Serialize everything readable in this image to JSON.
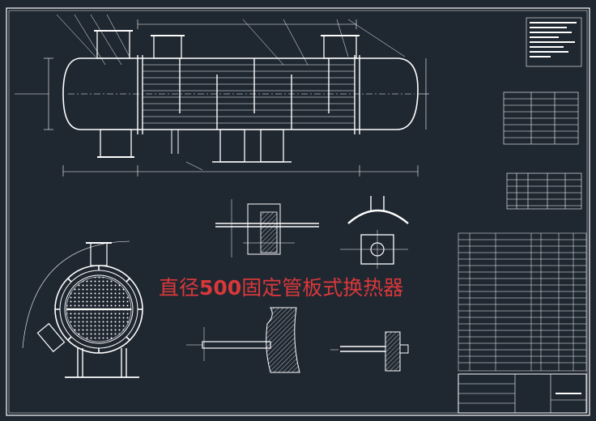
{
  "caption": {
    "part1": "直径",
    "part2": "500",
    "part3": "固定管板式换热器"
  },
  "colors": {
    "background": "#1f2731",
    "linework": "#ffffff",
    "caption": "#d8383a"
  }
}
